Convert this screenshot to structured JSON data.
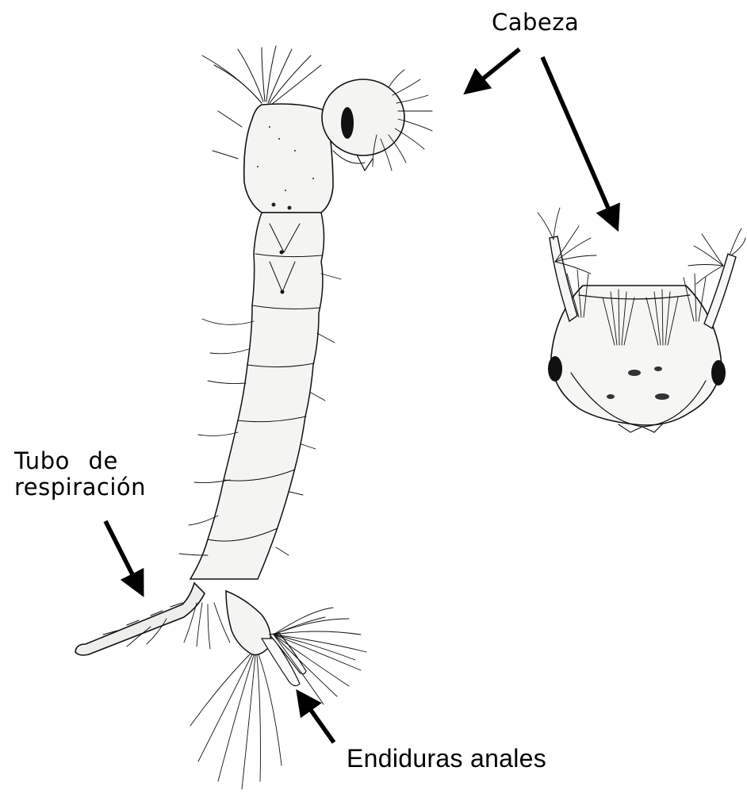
{
  "labels": {
    "head": "Cabeza",
    "breathing_tube_line1": "Tubo de",
    "breathing_tube_line2": "respiración",
    "anal_gills": "Endiduras anales"
  },
  "colors": {
    "ink": "#000000",
    "background": "#ffffff",
    "body_fill": "#f4f4f2"
  }
}
